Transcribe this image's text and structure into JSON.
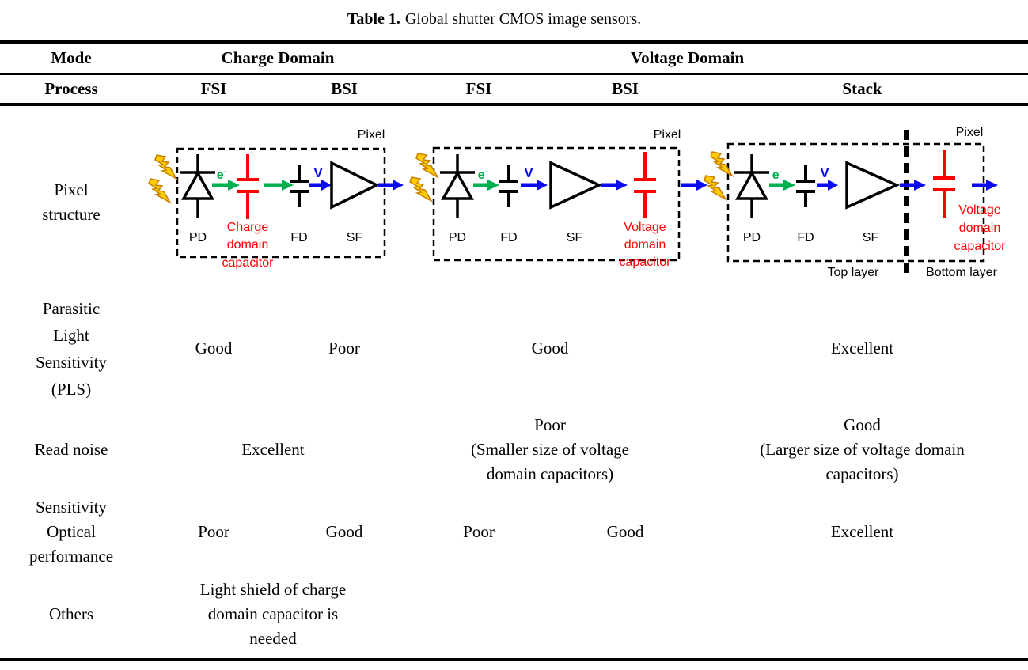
{
  "caption": {
    "label": "Table 1.",
    "text": "Global shutter CMOS image sensors."
  },
  "header": {
    "mode_label": "Mode",
    "process_label": "Process",
    "charge_domain_label": "Charge Domain",
    "voltage_domain_label": "Voltage Domain",
    "processes": [
      "FSI",
      "BSI",
      "FSI",
      "BSI",
      "Stack"
    ]
  },
  "rows": {
    "pixel_structure": {
      "label": "Pixel structure"
    },
    "pls": {
      "label": "Parasitic Light Sensitivity (PLS)",
      "charge_fsi": "Good",
      "charge_bsi": "Poor",
      "voltage_fsi_bsi": "Good",
      "stack": "Excellent"
    },
    "read_noise": {
      "label": "Read noise",
      "charge": {
        "rating": "Excellent",
        "note": ""
      },
      "voltage_fsi_bsi": {
        "rating": "Poor",
        "note": "(Smaller size of voltage domain capacitors)"
      },
      "stack": {
        "rating": "Good",
        "note": "(Larger size of voltage domain capacitors)"
      }
    },
    "optical": {
      "label_line1": "Sensitivity",
      "label_line2": "Optical performance",
      "charge_fsi": "Poor",
      "charge_bsi": "Good",
      "voltage_fsi": "Poor",
      "voltage_bsi": "Good",
      "stack": "Excellent"
    },
    "others": {
      "label": "Others",
      "charge_note": "Light shield of charge domain capacitor is needed"
    }
  },
  "diagram": {
    "pixel_label": "Pixel",
    "pd_label": "PD",
    "fd_label": "FD",
    "sf_label": "SF",
    "electron_label": "e",
    "electron_superscript": "-",
    "voltage_label": "V",
    "charge_capacitor_lines": [
      "Charge",
      "domain",
      "capacitor"
    ],
    "voltage_capacitor_lines": [
      "Voltage",
      "domain",
      "capacitor"
    ],
    "top_layer_label": "Top layer",
    "bottom_layer_label": "Bottom layer"
  },
  "colors": {
    "red": "#FF0000",
    "green": "#00B050",
    "blue": "#0A0AF0",
    "bolt_fill": "#FFCC00",
    "bolt_stroke": "#C77F00",
    "ink": "#000000"
  }
}
